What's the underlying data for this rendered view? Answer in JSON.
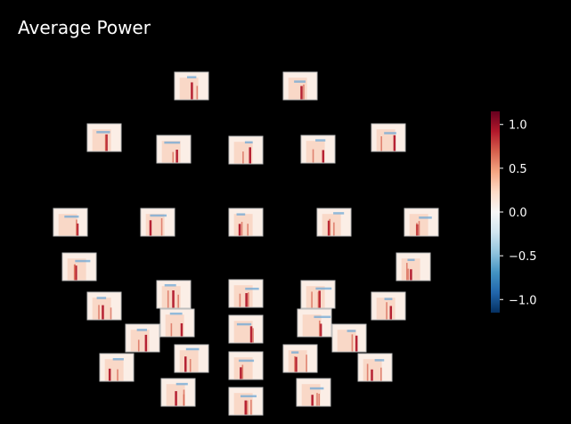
{
  "chart_data": {
    "type": "heatmap",
    "title": "Average Power",
    "colormap": "RdBu_r",
    "colorbar": {
      "vmin": -1.15,
      "vmax": 1.15,
      "ticks": [
        1.0,
        0.5,
        0.0,
        -0.5,
        -1.0
      ],
      "tick_labels": [
        "1.0",
        "0.5",
        "0.0",
        "−0.5",
        "−1.0"
      ]
    }
  },
  "colors": {
    "background": "#000000",
    "text": "#ffffff",
    "high": "#67001f",
    "low": "#053061"
  }
}
